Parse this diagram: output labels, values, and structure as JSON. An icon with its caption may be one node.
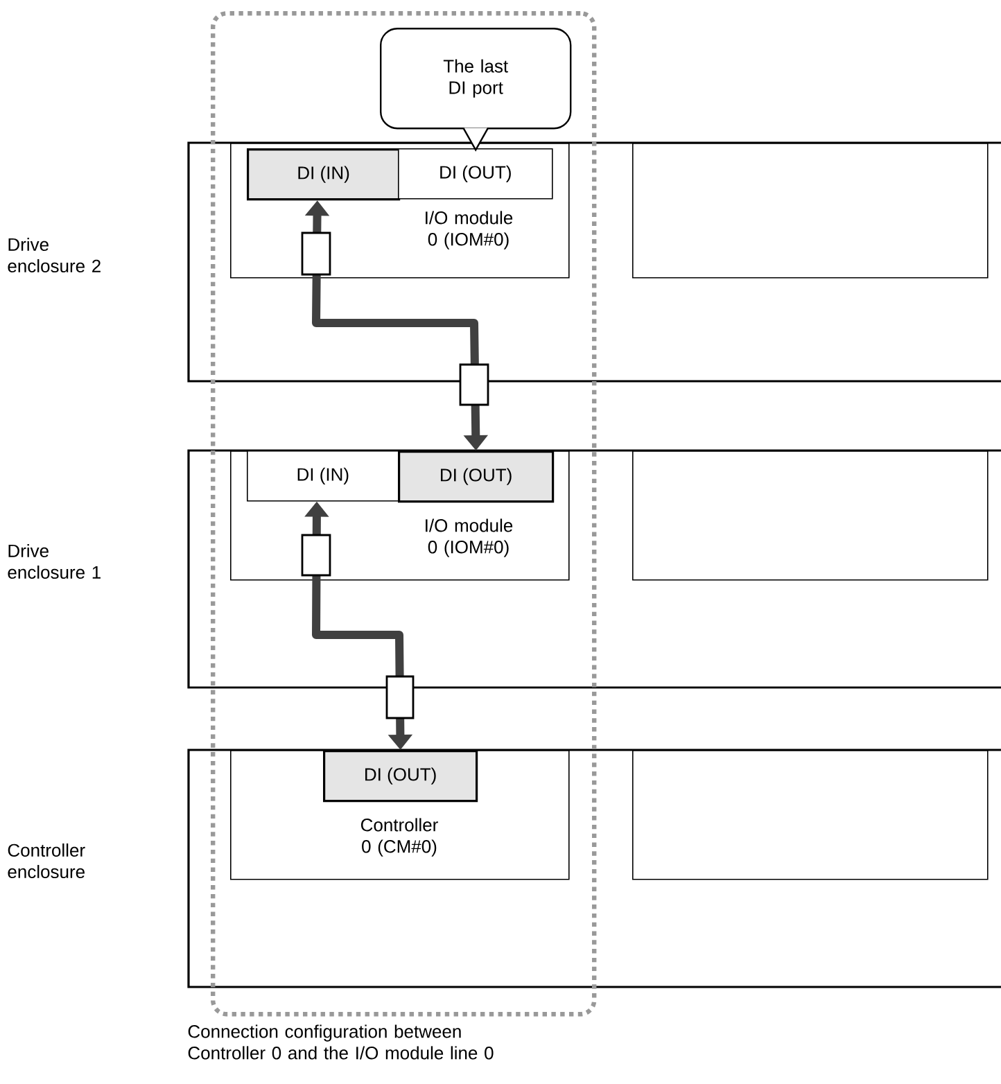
{
  "diagram": {
    "nodes": [
      {
        "text": [
          "Drive enclosure 2"
        ]
      },
      {
        "text": [
          "I/O module 0 (IOM#0)"
        ]
      },
      {
        "text": [
          "DI (IN)"
        ],
        "in": 1
      },
      {
        "text": [
          "DI (OUT)"
        ],
        "in": 1
      },
      {
        "text": [],
        "shape": "box",
        "in": 0
      },
      {
        "text": [
          "Drive enclosure 1"
        ]
      },
      {
        "text": [
          "I/O module 0 (IOM#0)"
        ]
      },
      {
        "text": [
          "DI (IN)"
        ],
        "in": 6
      },
      {
        "text": [
          "DI (OUT)"
        ],
        "in": 6
      },
      {
        "text": [],
        "shape": "box",
        "in": 5
      },
      {
        "text": [
          "Controller enclosure"
        ]
      },
      {
        "text": [
          "Controller 0 (CM#0)"
        ]
      },
      {
        "text": [
          "DI (OUT)"
        ],
        "in": 11
      },
      {
        "text": [],
        "shape": "box",
        "in": 10
      },
      {
        "text": [
          "The last DI port"
        ],
        "in": 15
      },
      {
        "text": [
          "Connection configuration between Controller 0 and the I/O module line 0"
        ]
      }
    ],
    "edges": [
      {
        "from": 8,
        "to": 2,
        "arrow": "both"
      },
      {
        "from": 12,
        "to": 7,
        "arrow": "both"
      }
    ]
  }
}
